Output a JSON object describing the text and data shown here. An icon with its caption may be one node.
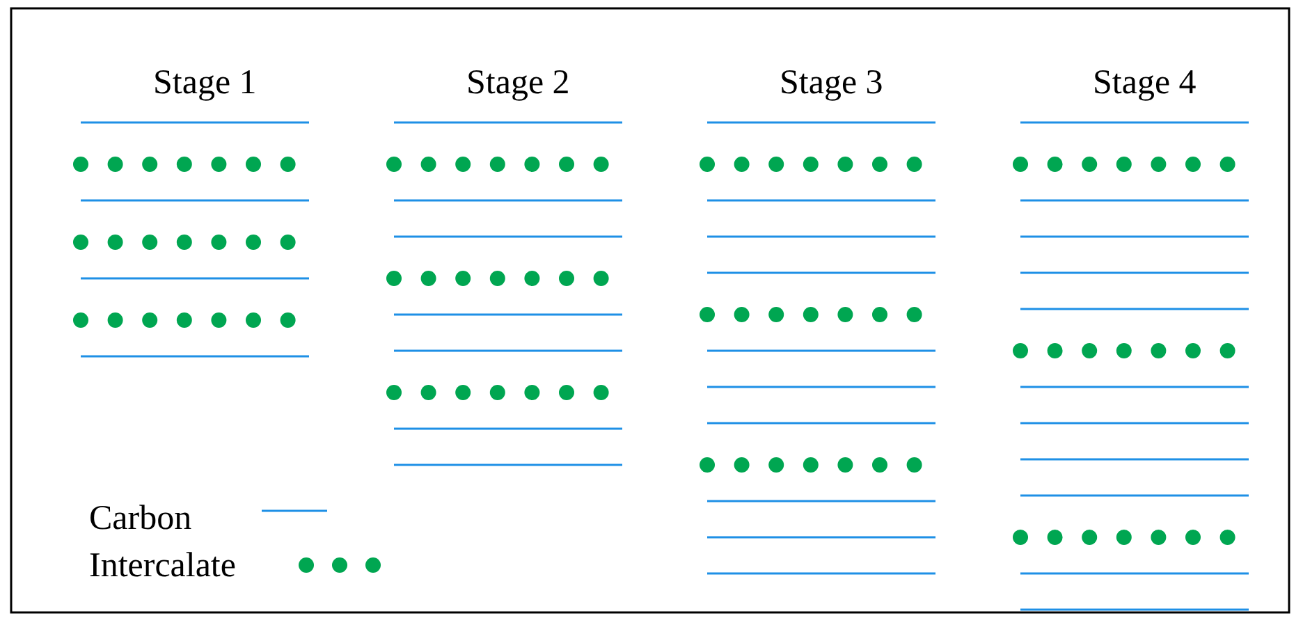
{
  "diagram": {
    "labels": [
      "Stage 1",
      "Stage 2",
      "Stage 3",
      "Stage 4"
    ],
    "legend": [
      {
        "text": "Carbon"
      },
      {
        "text": "Intercalate"
      }
    ]
  }
}
